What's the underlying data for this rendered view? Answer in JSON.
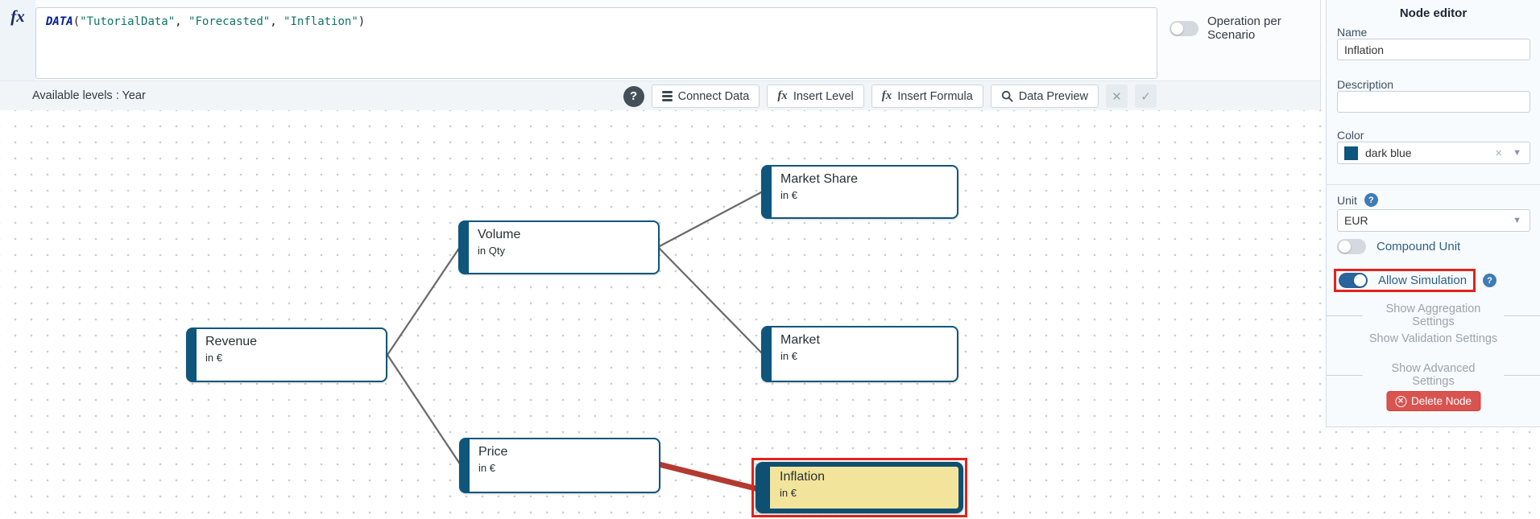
{
  "formula_bar": {
    "fx_icon": "fx",
    "formula": {
      "fn": "DATA",
      "open": "(",
      "arg1": "\"TutorialData\"",
      "comma1": ", ",
      "arg2": "\"Forecasted\"",
      "comma2": ", ",
      "arg3": "\"Inflation\"",
      "close": ")"
    },
    "available_levels": "Available levels : Year",
    "help": "?",
    "buttons": [
      {
        "label": "Connect Data",
        "icon": "database-icon"
      },
      {
        "label": "Insert Level",
        "icon": "fx-icon"
      },
      {
        "label": "Insert Formula",
        "icon": "fx-icon"
      },
      {
        "label": "Data Preview",
        "icon": "search-icon"
      }
    ],
    "cancel_icon": "✕",
    "confirm_icon": "✓"
  },
  "scenario_toggle": {
    "label": "Operation per Scenario",
    "state": "off"
  },
  "node_editor": {
    "title": "Node editor",
    "name_label": "Name",
    "name_value": "Inflation",
    "description_label": "Description",
    "description_value": "",
    "color_label": "Color",
    "color_value": "dark blue",
    "color_hex": "#0e567c",
    "clear_icon": "×",
    "caret_icon": "▼",
    "unit_label": "Unit",
    "unit_help": "?",
    "unit_value": "EUR",
    "compound_unit_label": "Compound Unit",
    "compound_unit_state": "off",
    "allow_simulation_label": "Allow Simulation",
    "allow_simulation_state": "on",
    "allow_simulation_help": "?",
    "links": [
      "Show Aggregation Settings",
      "Show Validation Settings",
      "Show Advanced Settings"
    ],
    "delete_button": "Delete Node"
  },
  "canvas": {
    "nodes": [
      {
        "id": "revenue",
        "title": "Revenue",
        "unit": "in €"
      },
      {
        "id": "volume",
        "title": "Volume",
        "unit": "in Qty"
      },
      {
        "id": "price",
        "title": "Price",
        "unit": "in €"
      },
      {
        "id": "market-share",
        "title": "Market Share",
        "unit": "in €"
      },
      {
        "id": "market",
        "title": "Market",
        "unit": "in €"
      },
      {
        "id": "inflation",
        "title": "Inflation",
        "unit": "in €",
        "selected": true,
        "highlighted": true
      }
    ],
    "edges": [
      {
        "from": "revenue",
        "to": "volume",
        "style": "grey"
      },
      {
        "from": "revenue",
        "to": "price",
        "style": "grey"
      },
      {
        "from": "volume",
        "to": "market-share",
        "style": "grey"
      },
      {
        "from": "volume",
        "to": "market",
        "style": "grey"
      },
      {
        "from": "price",
        "to": "inflation",
        "style": "red-active"
      }
    ]
  },
  "colors": {
    "node_dark_blue": "#0e567c",
    "selected_yellow": "#f2e49b",
    "tutorial_highlight_red": "#e3231c",
    "edge_grey": "#686868",
    "edge_red": "#b23a31",
    "danger_red": "#d9534f",
    "toggle_on_blue": "#29659c"
  }
}
